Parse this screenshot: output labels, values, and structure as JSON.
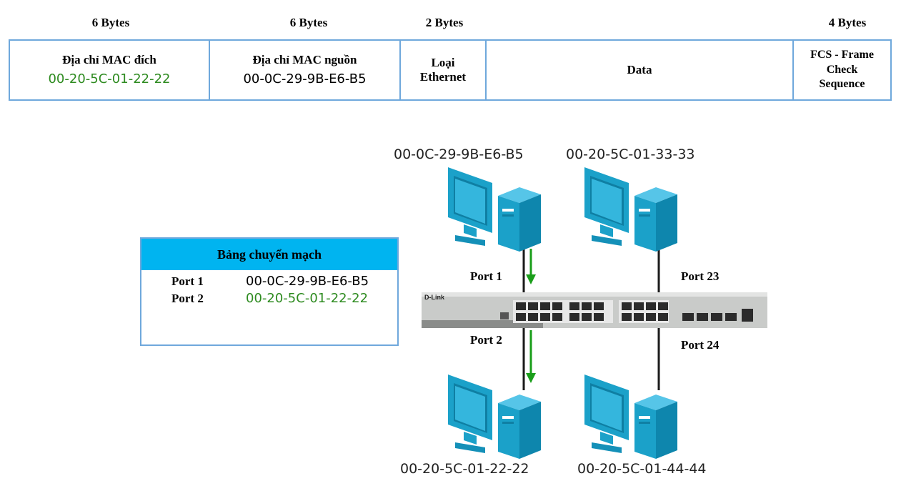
{
  "frame": {
    "fields": [
      {
        "bytes": "6 Bytes",
        "name": "Địa chỉ MAC đích",
        "value": "00-20-5C-01-22-22"
      },
      {
        "bytes": "6 Bytes",
        "name": "Địa chỉ MAC nguồn",
        "value": "00-0C-29-9B-E6-B5"
      },
      {
        "bytes": "2 Bytes",
        "name_line1": "Loại",
        "name_line2": "Ethernet"
      },
      {
        "name": "Data"
      },
      {
        "bytes": "4 Bytes",
        "name_line1": "FCS - Frame",
        "name_line2": "Check",
        "name_line3": "Sequence"
      }
    ]
  },
  "switch_table": {
    "title": "Bảng chuyển mạch",
    "rows": [
      {
        "port": "Port 1",
        "mac": "00-0C-29-9B-E6-B5"
      },
      {
        "port": "Port 2",
        "mac": "00-20-5C-01-22-22"
      }
    ]
  },
  "network": {
    "switch_brand": "D-Link",
    "hosts": [
      {
        "mac": "00-0C-29-9B-E6-B5",
        "port": "Port 1"
      },
      {
        "mac": "00-20-5C-01-33-33",
        "port": "Port 23"
      },
      {
        "mac": "00-20-5C-01-22-22",
        "port": "Port 2"
      },
      {
        "mac": "00-20-5C-01-44-44",
        "port": "Port 24"
      }
    ]
  },
  "colors": {
    "border": "#6fa8dc",
    "table_header": "#00b4f0",
    "mac_highlight": "#2e8b20",
    "computer": "#1ba1c9",
    "arrow": "#1a9e1a"
  }
}
